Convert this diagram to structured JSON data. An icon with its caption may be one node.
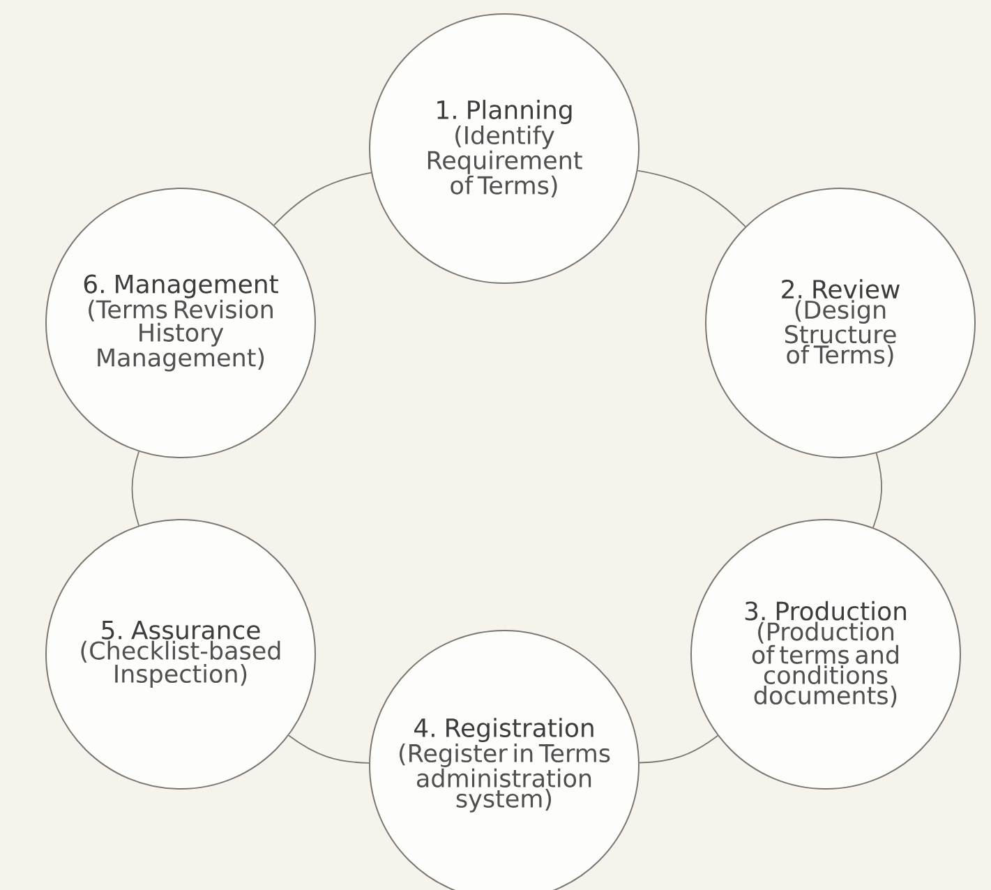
{
  "diagram": {
    "nodes": [
      {
        "text": [
          "1. Planning",
          "(Identify Requirement of Terms)"
        ]
      },
      {
        "text": [
          "2. Review",
          "(Design Structure of Terms)"
        ]
      },
      {
        "text": [
          "3. Production",
          "(Production of terms and conditions documents)"
        ]
      },
      {
        "text": [
          "4. Registration",
          "(Register in Terms administration system)"
        ]
      },
      {
        "text": [
          "5. Assurance",
          "(Checklist-based Inspection)"
        ]
      },
      {
        "text": [
          "6. Management",
          "(Terms Revision History Management)"
        ]
      }
    ],
    "edges": [
      {
        "from": 0,
        "to": 1,
        "arrow": "none"
      },
      {
        "from": 1,
        "to": 2,
        "arrow": "none"
      },
      {
        "from": 2,
        "to": 3,
        "arrow": "none"
      },
      {
        "from": 3,
        "to": 4,
        "arrow": "none"
      },
      {
        "from": 4,
        "to": 5,
        "arrow": "none"
      },
      {
        "from": 5,
        "to": 0,
        "arrow": "none"
      }
    ]
  }
}
